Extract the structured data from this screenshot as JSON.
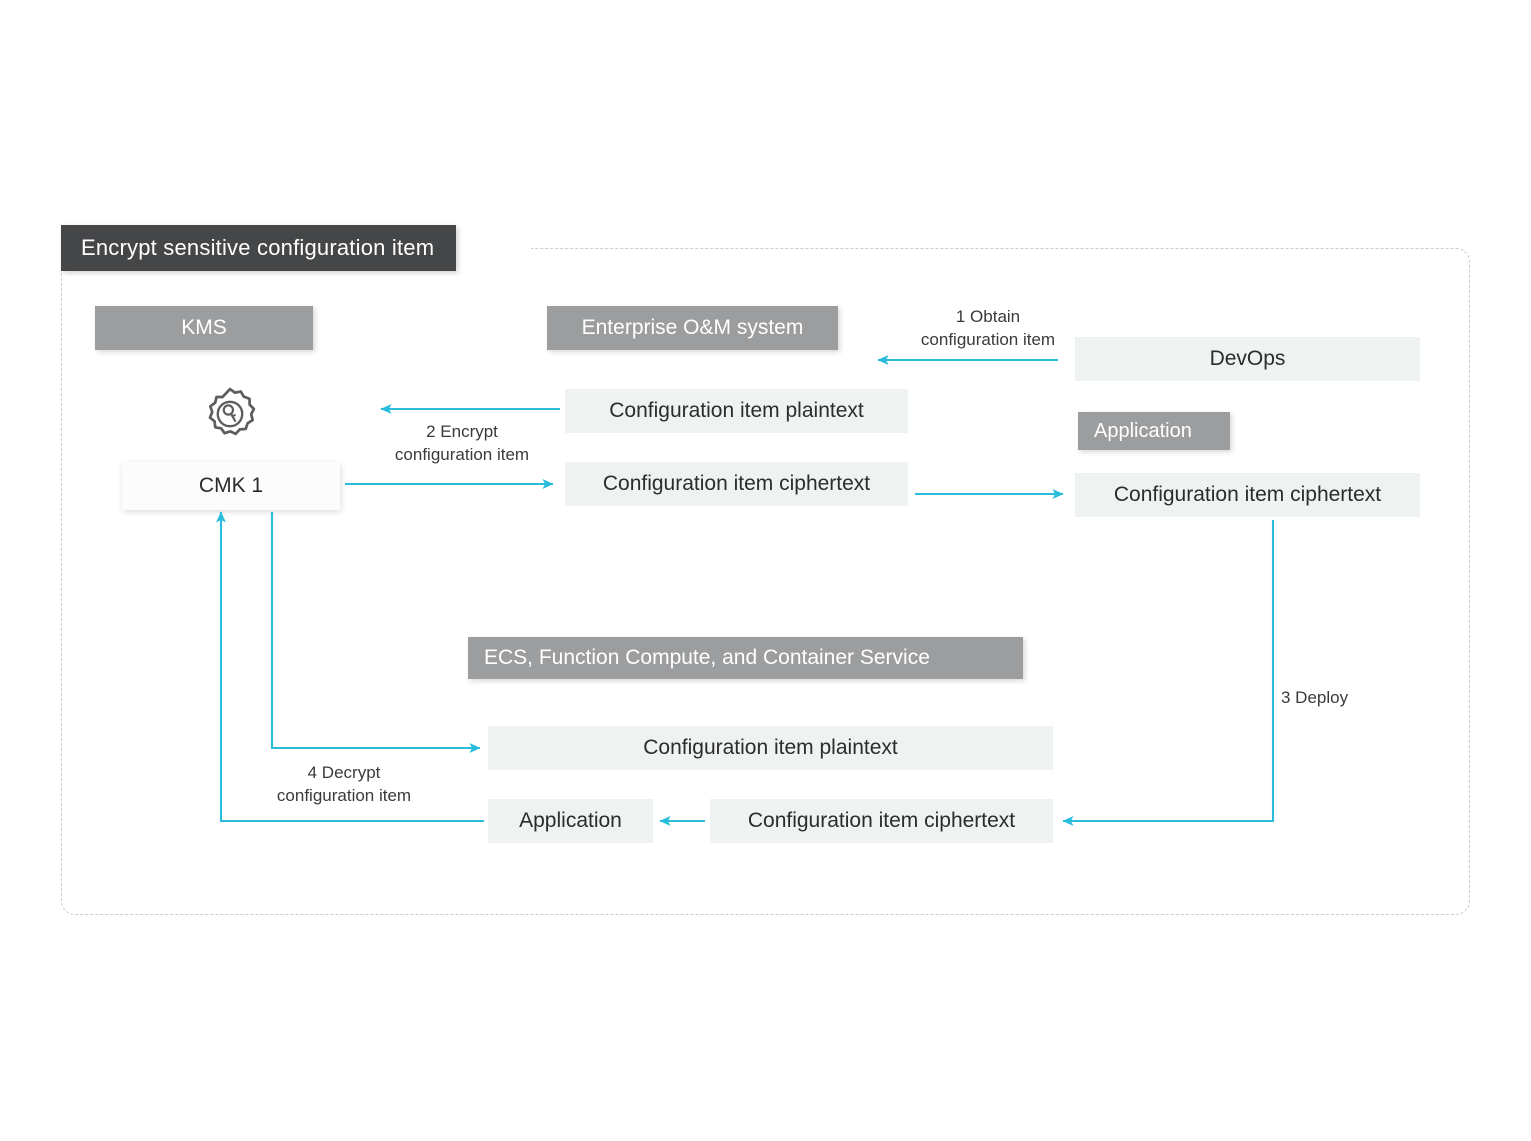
{
  "diagram": {
    "title": "Encrypt sensitive configuration item",
    "accent_color": "#29bcdb",
    "title_bar_color": "#444648",
    "header_tab_color": "#9b9d9f",
    "item_fill_color": "#eef2f1",
    "boundary_color": "#c9cbcd"
  },
  "nodes": {
    "kms": {
      "header": "KMS",
      "icon": "key-seal-icon",
      "items": [
        {
          "label": "CMK 1"
        }
      ]
    },
    "oam": {
      "header": "Enterprise O&M system",
      "items": [
        {
          "label": "Configuration item plaintext"
        },
        {
          "label": "Configuration item ciphertext"
        }
      ]
    },
    "devops": {
      "header": "",
      "items": [
        {
          "label": "DevOps"
        }
      ]
    },
    "application": {
      "header": "Application",
      "items": [
        {
          "label": "Configuration item ciphertext"
        }
      ]
    },
    "compute": {
      "header": "ECS, Function Compute, and Container Service",
      "items": [
        {
          "label": "Configuration item plaintext"
        },
        {
          "label": "Application"
        },
        {
          "label": "Configuration item ciphertext"
        }
      ]
    }
  },
  "flows": [
    {
      "id": "flow-1",
      "step": "1",
      "label_line1": "1   Obtain",
      "label_line2": "configuration item",
      "from": "devops",
      "to": "oam"
    },
    {
      "id": "flow-2",
      "step": "2",
      "label_line1": "2 Encrypt",
      "label_line2": "configuration item",
      "from": "oam",
      "to": "kms"
    },
    {
      "id": "flow-3",
      "step": "3",
      "label_line1": "3 Deploy",
      "label_line2": "",
      "from": "application",
      "to": "compute"
    },
    {
      "id": "flow-4",
      "step": "4",
      "label_line1": "4 Decrypt",
      "label_line2": "configuration item",
      "from": "compute",
      "to": "kms"
    }
  ]
}
